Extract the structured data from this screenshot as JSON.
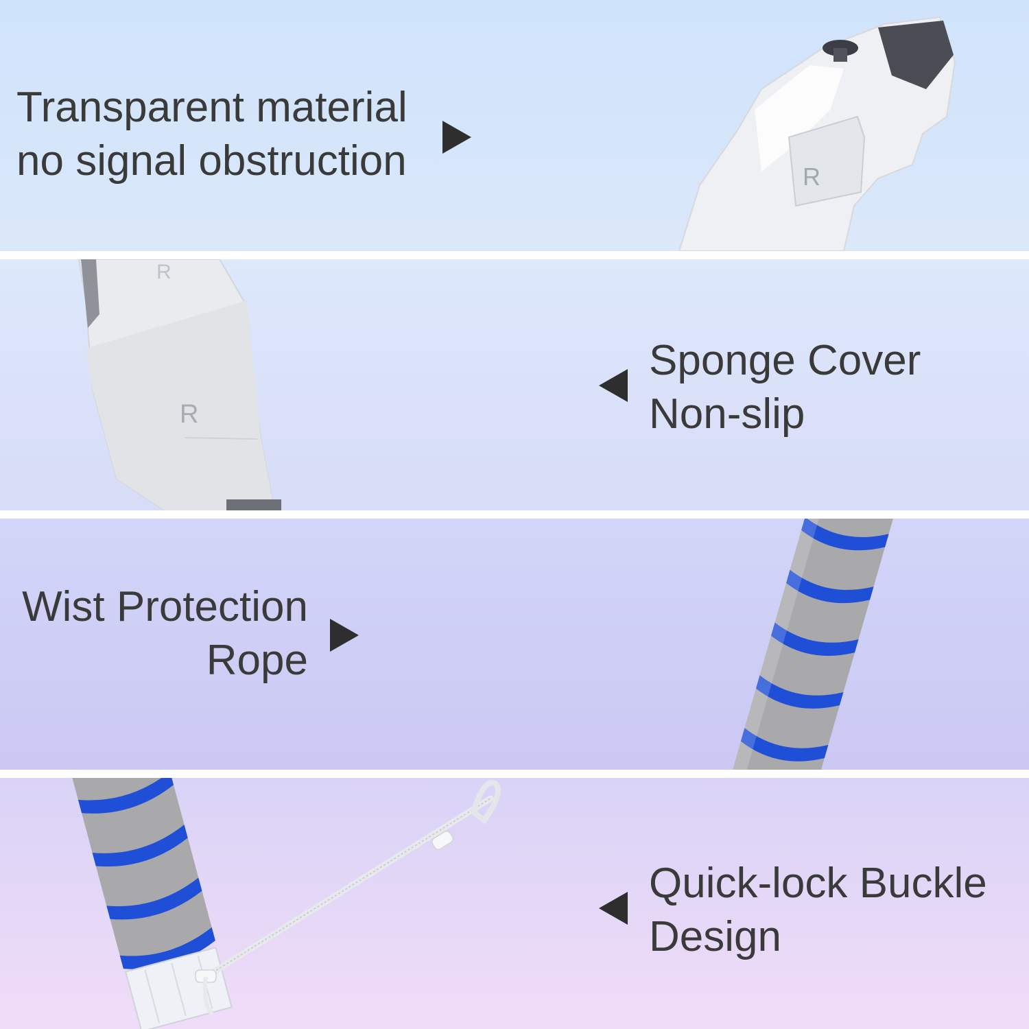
{
  "features": [
    {
      "lines": [
        "Transparent material",
        "no signal obstruction"
      ],
      "arrow": "pointing-right"
    },
    {
      "lines": [
        "Sponge Cover",
        "Non-slip"
      ],
      "arrow": "pointing-left"
    },
    {
      "lines": [
        "Wist Protection",
        "Rope"
      ],
      "arrow": "pointing-right"
    },
    {
      "lines": [
        "Quick-lock Buckle",
        "Design"
      ],
      "arrow": "pointing-left"
    }
  ],
  "product_labels": {
    "side_mark": "R"
  },
  "colors": {
    "caption_text": "#3a3a3a",
    "arrow": "#2e2e2e",
    "foam_gray": "#a9a9ab",
    "foam_stripe_blue": "#1f4fd6",
    "shell_white": "#f2f3f5"
  }
}
